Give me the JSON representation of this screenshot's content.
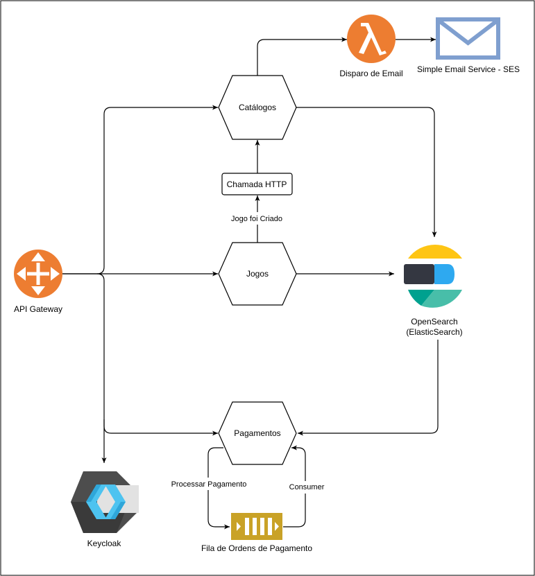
{
  "nodes": {
    "catalogos": "Catálogos",
    "jogos": "Jogos",
    "pagamentos": "Pagamentos",
    "chamada_http": "Chamada HTTP",
    "api_gateway": "API Gateway",
    "disparo_email": "Disparo de Email",
    "ses": "Simple Email Service - SES",
    "opensearch_line1": "OpenSearch",
    "opensearch_line2": "(ElasticSearch)",
    "keycloak": "Keycloak",
    "fila": "Fila de Ordens de Pagamento"
  },
  "edges": {
    "jogo_criado": "Jogo foi Criado",
    "processar_pagamento": "Processar Pagamento",
    "consumer": "Consumer"
  },
  "icons": {
    "api_gateway": "router-icon",
    "lambda": "lambda-icon",
    "ses": "envelope-icon",
    "opensearch": "elasticsearch-icon",
    "keycloak": "keycloak-icon",
    "queue": "queue-icon"
  },
  "colors": {
    "aws_orange": "#ED7D31",
    "envelope_blue": "#7F9FCF",
    "queue_gold": "#C9A227",
    "keycloak_dark": "#4D4D4D",
    "keycloak_cyan": "#4DC3F0",
    "es_yellow": "#FEC514",
    "es_dark": "#343741",
    "es_blue": "#2EA9F0",
    "es_teal": "#00A18F",
    "es_green": "#48BEA9"
  }
}
